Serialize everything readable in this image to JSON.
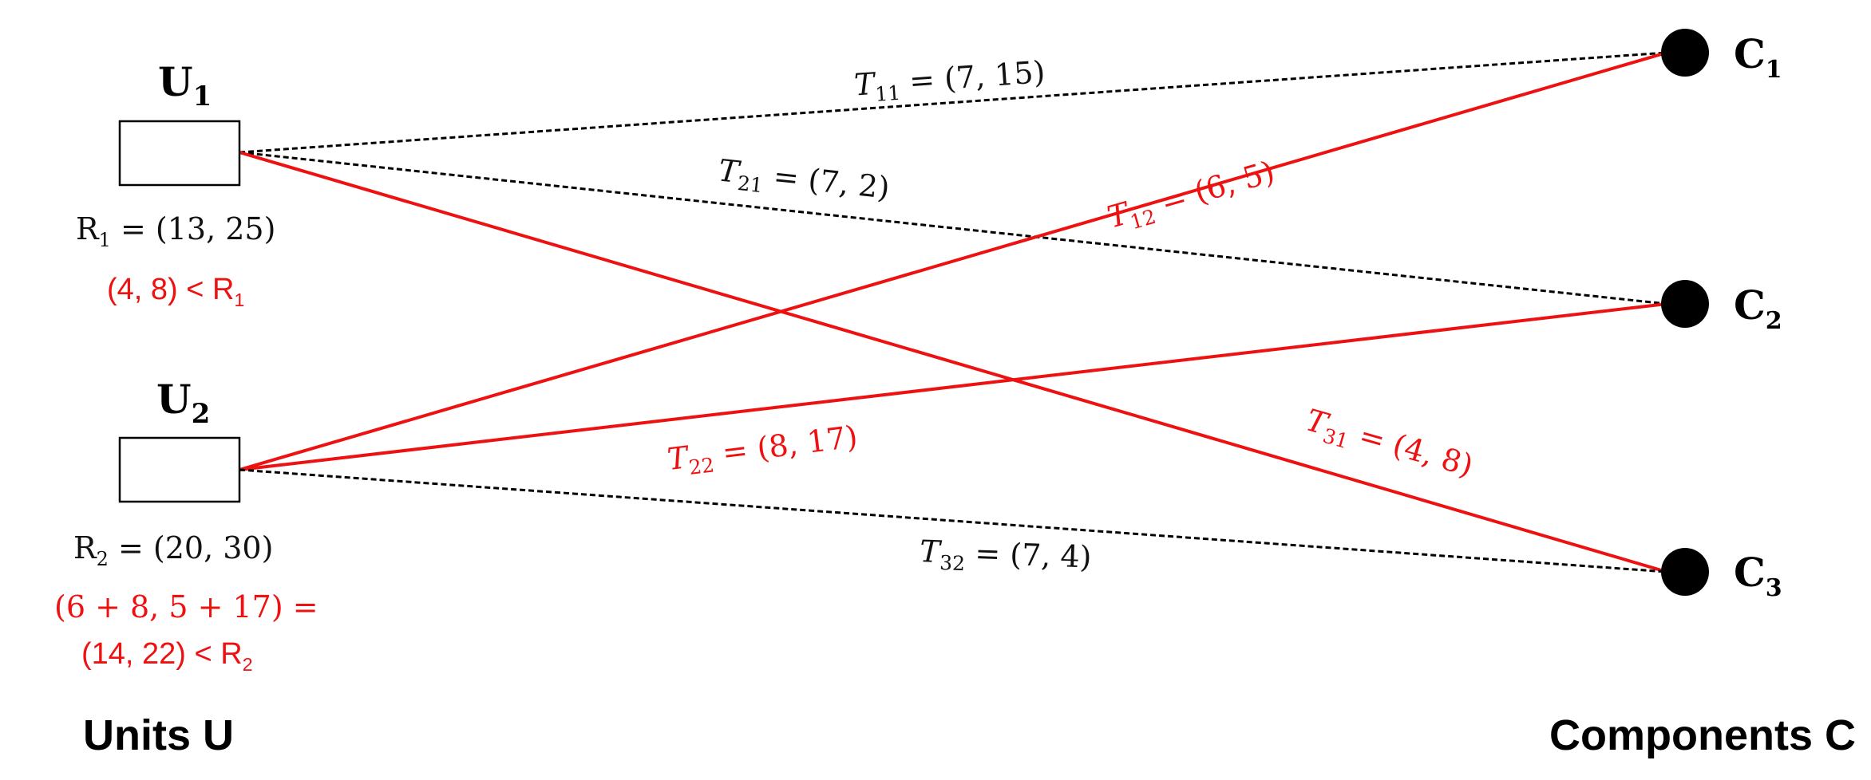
{
  "units": [
    {
      "name": "U",
      "sub": "1",
      "resource_label": {
        "pre": "R",
        "sub": "1",
        "post": " = (13, 25)"
      },
      "check_lines": [
        {
          "pre": "(4, 8) < R",
          "sub": "1"
        }
      ]
    },
    {
      "name": "U",
      "sub": "2",
      "resource_label": {
        "pre": "R",
        "sub": "2",
        "post": " = (20, 30)"
      },
      "check_lines": [
        {
          "pre": "(6 + 8, 5 + 17) =",
          "sub": ""
        },
        {
          "pre": "(14, 22) < R",
          "sub": "2"
        }
      ]
    }
  ],
  "components": [
    {
      "name": "C",
      "sub": "1"
    },
    {
      "name": "C",
      "sub": "2"
    },
    {
      "name": "C",
      "sub": "3"
    }
  ],
  "edges": [
    {
      "id": "T11",
      "from": "U1",
      "to": "C1",
      "style": "dashed",
      "label_pre": "T",
      "label_sub": "11",
      "label_post": " = (7, 15)"
    },
    {
      "id": "T21",
      "from": "U1",
      "to": "C2",
      "style": "dashed",
      "label_pre": "T",
      "label_sub": "21",
      "label_post": " = (7, 2)"
    },
    {
      "id": "T31",
      "from": "U1",
      "to": "C3",
      "style": "selected",
      "label_pre": "T",
      "label_sub": "31",
      "label_post": " = (4, 8)"
    },
    {
      "id": "T12",
      "from": "U2",
      "to": "C1",
      "style": "selected",
      "label_pre": "T",
      "label_sub": "12",
      "label_post": " = (6, 5)"
    },
    {
      "id": "T22",
      "from": "U2",
      "to": "C2",
      "style": "selected",
      "label_pre": "T",
      "label_sub": "22",
      "label_post": " = (8, 17)"
    },
    {
      "id": "T32",
      "from": "U2",
      "to": "C3",
      "style": "dashed",
      "label_pre": "T",
      "label_sub": "32",
      "label_post": " = (7, 4)"
    }
  ],
  "footer": {
    "left": "Units U",
    "right": "Components C"
  },
  "colors": {
    "selected": "#ee1111",
    "default": "#000000"
  }
}
